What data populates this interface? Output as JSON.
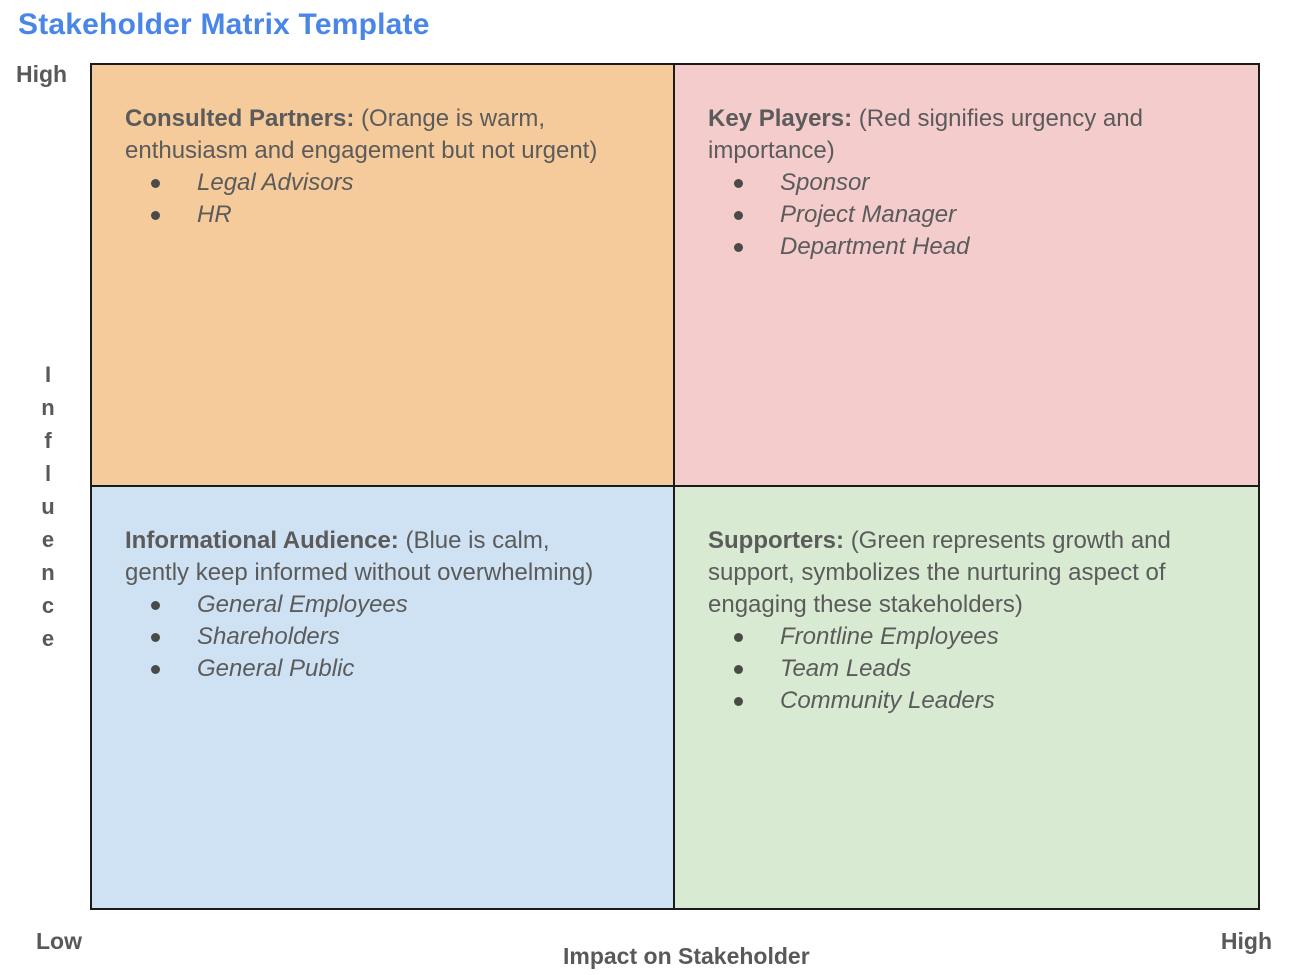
{
  "title": "Stakeholder Matrix Template",
  "colors": {
    "title": "#4A86E8",
    "label_text": "#595959",
    "body_text": "#5B5B5B",
    "border": "#1B1B1B",
    "quadrant_orange": "#F6CB9B",
    "quadrant_red": "#F4CCCC",
    "quadrant_blue": "#CFE2F3",
    "quadrant_green": "#D9EAD3"
  },
  "axes": {
    "y_axis": {
      "label": "Influence",
      "top_label": "High"
    },
    "x_axis": {
      "label": "Impact on Stakeholder",
      "left_label": "Low",
      "right_label": "High"
    }
  },
  "quadrants": {
    "top_left": {
      "heading": "Consulted Partners:",
      "description": "(Orange is warm, enthusiasm and engagement but not urgent)",
      "items": [
        "Legal Advisors",
        "HR"
      ]
    },
    "top_right": {
      "heading": "Key Players:",
      "description": "(Red signifies urgency and importance)",
      "items": [
        "Sponsor",
        "Project Manager",
        "Department Head"
      ]
    },
    "bottom_left": {
      "heading": "Informational Audience:",
      "description": "(Blue is calm, gently keep informed without overwhelming)",
      "items": [
        "General Employees",
        "Shareholders",
        "General Public"
      ]
    },
    "bottom_right": {
      "heading": "Supporters:",
      "description": "(Green represents growth and support, symbolizes the nurturing aspect of engaging these stakeholders)",
      "items": [
        "Frontline Employees",
        "Team Leads",
        "Community Leaders"
      ]
    }
  }
}
